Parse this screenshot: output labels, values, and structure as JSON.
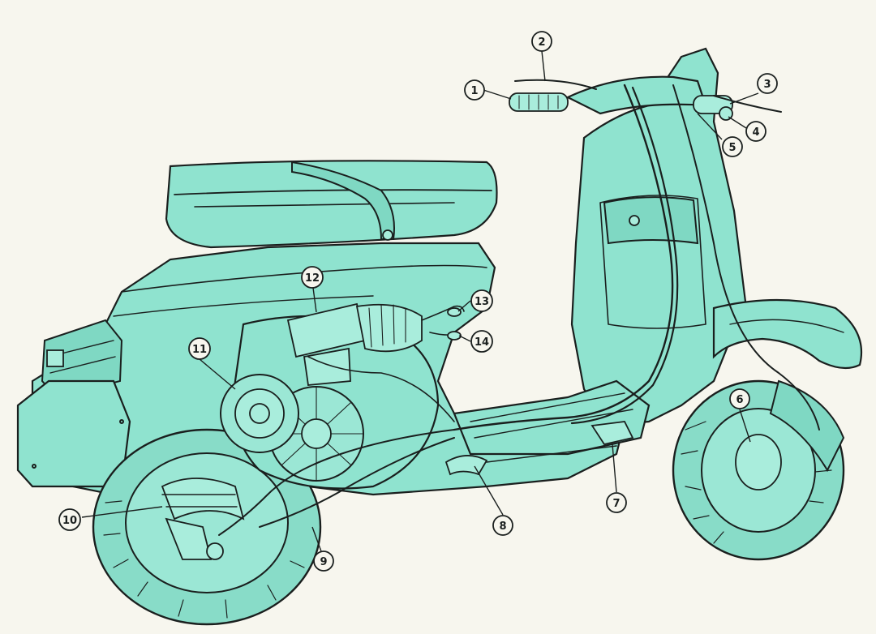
{
  "diagram": {
    "callouts": [
      {
        "id": "1",
        "label": "1"
      },
      {
        "id": "2",
        "label": "2"
      },
      {
        "id": "3",
        "label": "3"
      },
      {
        "id": "4",
        "label": "4"
      },
      {
        "id": "5",
        "label": "5"
      },
      {
        "id": "6",
        "label": "6"
      },
      {
        "id": "7",
        "label": "7"
      },
      {
        "id": "8",
        "label": "8"
      },
      {
        "id": "9",
        "label": "9"
      },
      {
        "id": "10",
        "label": "10"
      },
      {
        "id": "11",
        "label": "11"
      },
      {
        "id": "12",
        "label": "12"
      },
      {
        "id": "13",
        "label": "13"
      },
      {
        "id": "14",
        "label": "14"
      }
    ],
    "colors": {
      "body": "#8fe3cf",
      "ink": "#1a1f1e",
      "background": "#f7f6ee"
    }
  }
}
